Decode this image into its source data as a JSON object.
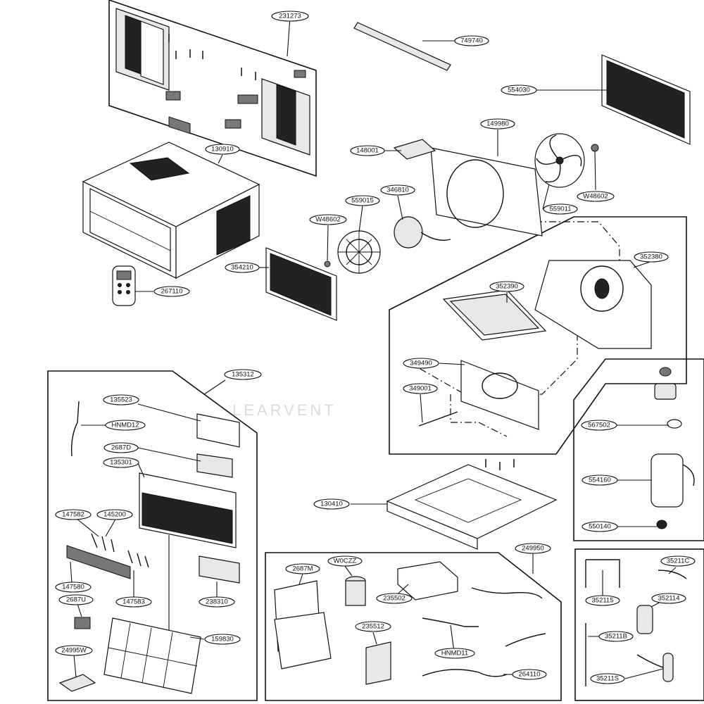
{
  "diagram": {
    "watermark": "LEARVENT",
    "labels": [
      {
        "id": "l-231273",
        "text": "231273"
      },
      {
        "id": "l-749740",
        "text": "749740"
      },
      {
        "id": "l-554030",
        "text": "554030"
      },
      {
        "id": "l-149980",
        "text": "149980"
      },
      {
        "id": "l-148001",
        "text": "148001"
      },
      {
        "id": "l-130910",
        "text": "130910"
      },
      {
        "id": "l-346810",
        "text": "346810"
      },
      {
        "id": "l-559015",
        "text": "559015"
      },
      {
        "id": "l-w48602a",
        "text": "W48602"
      },
      {
        "id": "l-w48602b",
        "text": "W48602"
      },
      {
        "id": "l-559011",
        "text": "559011"
      },
      {
        "id": "l-354210",
        "text": "354210"
      },
      {
        "id": "l-267110",
        "text": "267110"
      },
      {
        "id": "l-352380",
        "text": "352380"
      },
      {
        "id": "l-352390",
        "text": "352390"
      },
      {
        "id": "l-349490",
        "text": "349490"
      },
      {
        "id": "l-349001",
        "text": "349001"
      },
      {
        "id": "l-135312",
        "text": "135312"
      },
      {
        "id": "l-135523",
        "text": "135523"
      },
      {
        "id": "l-hnmd12",
        "text": "HNMD12"
      },
      {
        "id": "l-2687d",
        "text": "2687D"
      },
      {
        "id": "l-135301",
        "text": "135301"
      },
      {
        "id": "l-147582",
        "text": "147582"
      },
      {
        "id": "l-145200",
        "text": "145200"
      },
      {
        "id": "l-147580",
        "text": "147580"
      },
      {
        "id": "l-2687u",
        "text": "2687U"
      },
      {
        "id": "l-147583",
        "text": "147583"
      },
      {
        "id": "l-238310",
        "text": "238310"
      },
      {
        "id": "l-159830",
        "text": "159830"
      },
      {
        "id": "l-24995w",
        "text": "24995W"
      },
      {
        "id": "l-130410",
        "text": "130410"
      },
      {
        "id": "l-567502",
        "text": "567502"
      },
      {
        "id": "l-554160",
        "text": "554160"
      },
      {
        "id": "l-550140",
        "text": "550140"
      },
      {
        "id": "l-249950",
        "text": "249950"
      },
      {
        "id": "l-2687m",
        "text": "2687M"
      },
      {
        "id": "l-w0czz",
        "text": "W0CZZ"
      },
      {
        "id": "l-235502",
        "text": "235502"
      },
      {
        "id": "l-235512",
        "text": "235512"
      },
      {
        "id": "l-hnmd11",
        "text": "HNMD11"
      },
      {
        "id": "l-264110",
        "text": "264110"
      },
      {
        "id": "l-352110",
        "text": "35211C"
      },
      {
        "id": "l-352115",
        "text": "352115"
      },
      {
        "id": "l-352114",
        "text": "352114"
      },
      {
        "id": "l-35211b",
        "text": "35211B"
      },
      {
        "id": "l-35211s",
        "text": "35211S"
      }
    ]
  }
}
